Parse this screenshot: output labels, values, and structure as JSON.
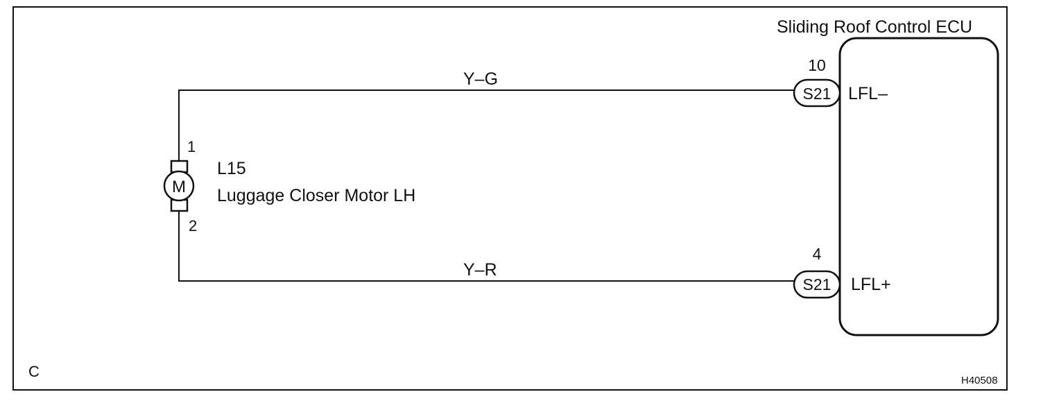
{
  "ecu": {
    "name": "Sliding Roof Control ECU",
    "terminal_upper": "LFL–",
    "terminal_lower": "LFL+"
  },
  "motor": {
    "code": "L15",
    "name": "Luggage Closer Motor LH",
    "symbol": "M",
    "pin_top": "1",
    "pin_bottom": "2"
  },
  "wires": {
    "upper_color": "Y–G",
    "lower_color": "Y–R"
  },
  "connectors": {
    "upper": {
      "code": "S21",
      "pin": "10"
    },
    "lower": {
      "code": "S21",
      "pin": "4"
    }
  },
  "figure": {
    "section_letter": "C",
    "figure_code": "H40508"
  }
}
